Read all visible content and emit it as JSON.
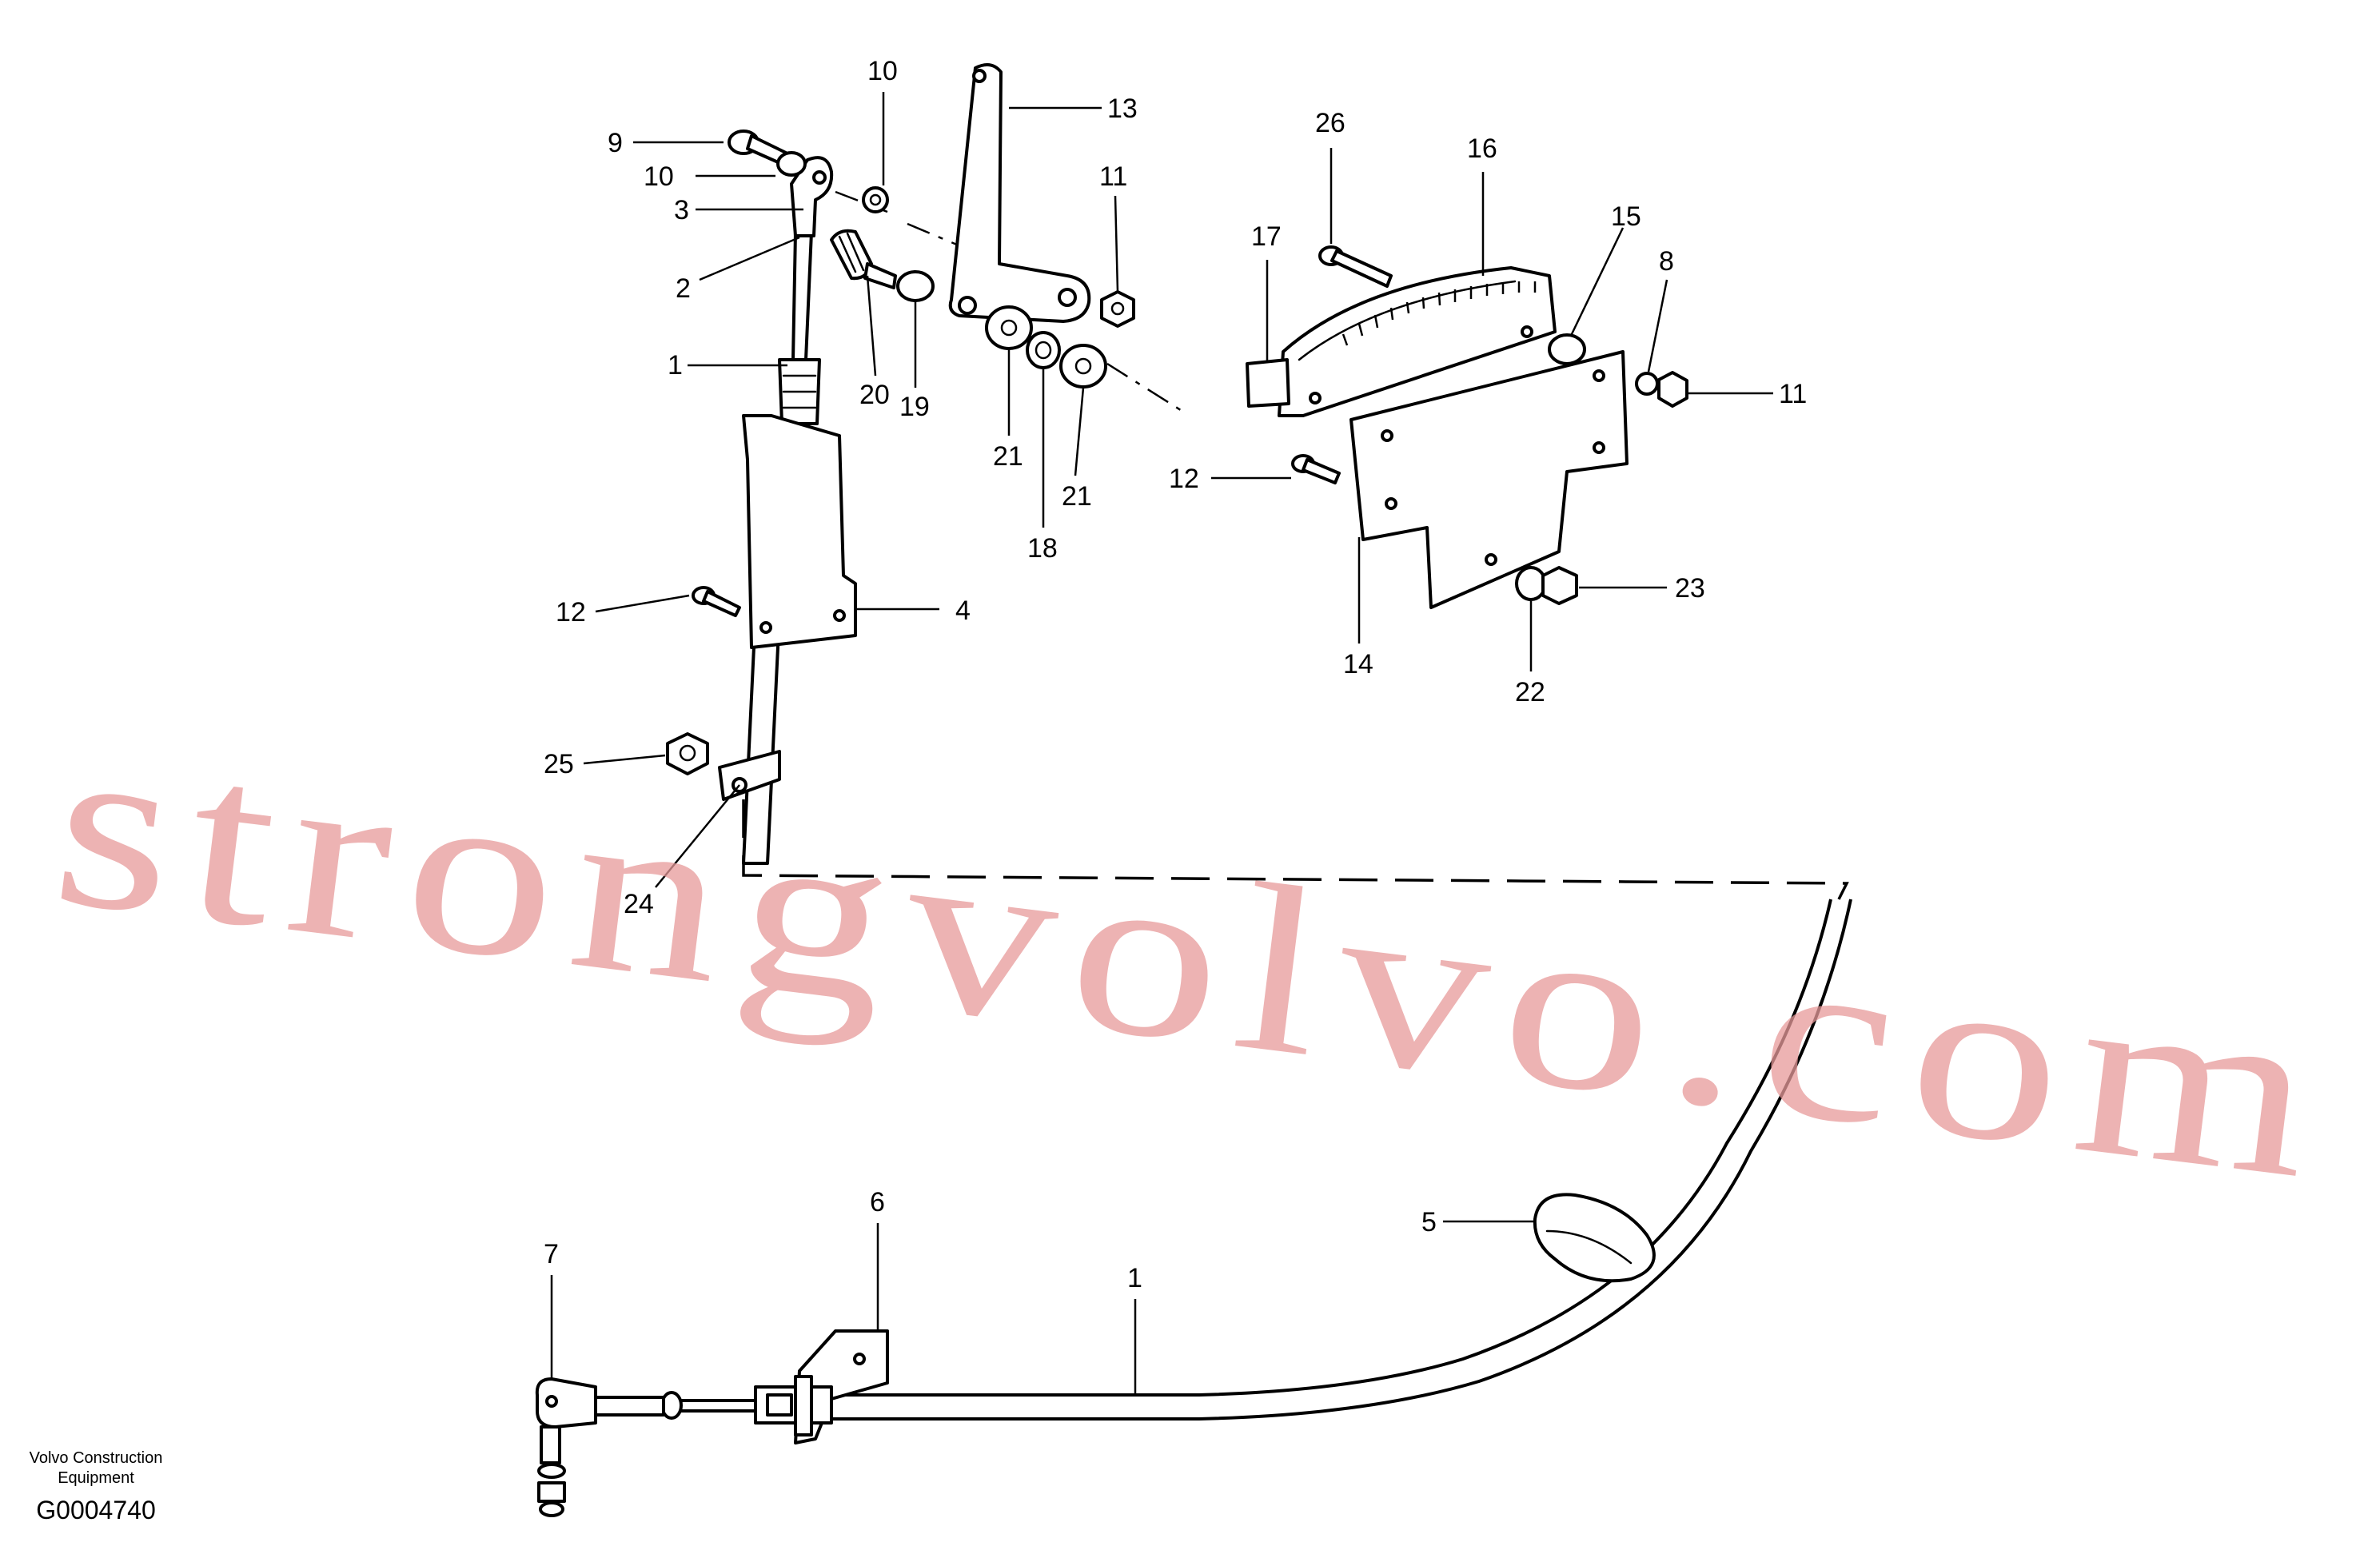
{
  "diagram": {
    "callouts": [
      {
        "id": "c9",
        "text": "9"
      },
      {
        "id": "c10a",
        "text": "10"
      },
      {
        "id": "c10b",
        "text": "10"
      },
      {
        "id": "c3",
        "text": "3"
      },
      {
        "id": "c2",
        "text": "2"
      },
      {
        "id": "c1a",
        "text": "1"
      },
      {
        "id": "c20",
        "text": "20"
      },
      {
        "id": "c19",
        "text": "19"
      },
      {
        "id": "c13",
        "text": "13"
      },
      {
        "id": "c11a",
        "text": "11"
      },
      {
        "id": "c21a",
        "text": "21"
      },
      {
        "id": "c18",
        "text": "18"
      },
      {
        "id": "c21b",
        "text": "21"
      },
      {
        "id": "c12a",
        "text": "12"
      },
      {
        "id": "c4",
        "text": "4"
      },
      {
        "id": "c25",
        "text": "25"
      },
      {
        "id": "c24",
        "text": "24"
      },
      {
        "id": "c26",
        "text": "26"
      },
      {
        "id": "c16",
        "text": "16"
      },
      {
        "id": "c17",
        "text": "17"
      },
      {
        "id": "c15",
        "text": "15"
      },
      {
        "id": "c8",
        "text": "8"
      },
      {
        "id": "c11b",
        "text": "11"
      },
      {
        "id": "c12b",
        "text": "12"
      },
      {
        "id": "c14",
        "text": "14"
      },
      {
        "id": "c22",
        "text": "22"
      },
      {
        "id": "c23",
        "text": "23"
      },
      {
        "id": "c5",
        "text": "5"
      },
      {
        "id": "c7",
        "text": "7"
      },
      {
        "id": "c6",
        "text": "6"
      },
      {
        "id": "c1b",
        "text": "1"
      }
    ]
  },
  "credit": {
    "line1": "Volvo Construction",
    "line2": "Equipment",
    "code": "G0004740"
  },
  "watermark": {
    "text": "strongvolvo.com",
    "color": "#e79a9a"
  }
}
